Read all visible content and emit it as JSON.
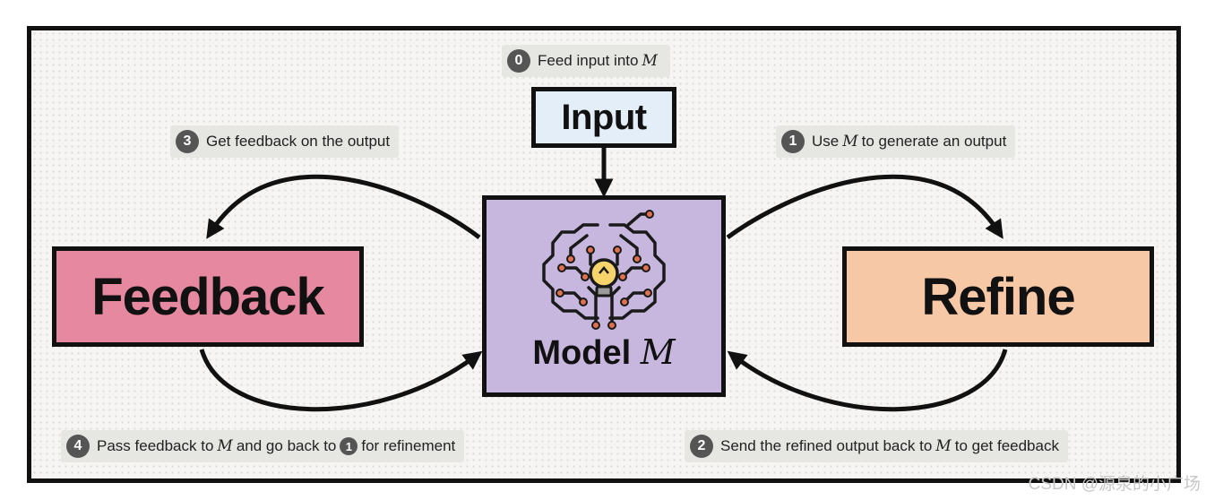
{
  "boxes": {
    "input": "Input",
    "feedback": "Feedback",
    "refine": "Refine",
    "model": "Model",
    "model_symbol": "M"
  },
  "steps": [
    {
      "num": "0",
      "text": "Feed input into",
      "symbol": "M"
    },
    {
      "num": "1",
      "text_before": "Use",
      "symbol": "M",
      "text_after": "to generate an output"
    },
    {
      "num": "2",
      "text_before": "Send the refined output back to",
      "symbol": "M",
      "text_after": "to get feedback"
    },
    {
      "num": "3",
      "text": "Get feedback on the output"
    },
    {
      "num": "4",
      "text_before": "Pass feedback to",
      "symbol": "M",
      "text_mid": "and go back to",
      "ref_num": "1",
      "text_after": "for refinement"
    }
  ],
  "colors": {
    "input_box": "#e3eef9",
    "feedback_box": "#e6889f",
    "refine_box": "#f6c8a5",
    "model_box": "#c7b7de",
    "step_badge": "#555555",
    "label_bg": "#e6e6e3"
  },
  "icons": {
    "brain": "brain-circuit-icon",
    "bulb": "lightbulb-icon"
  },
  "watermark": "CSDN @源泉的小广场"
}
